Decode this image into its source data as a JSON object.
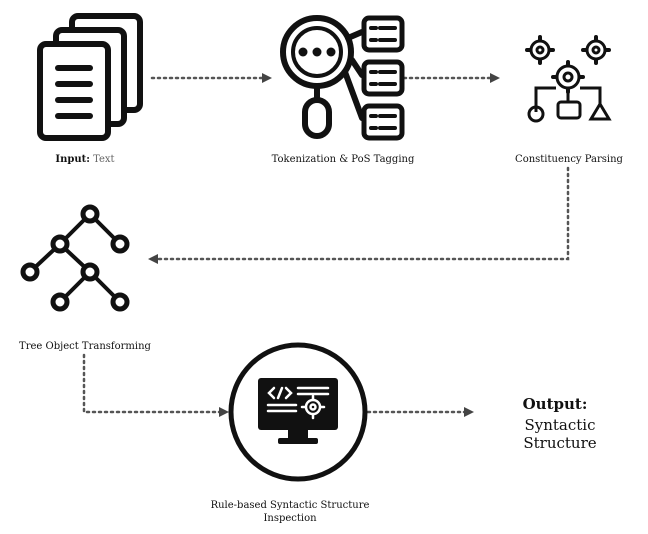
{
  "steps": {
    "input": {
      "label_bold": "Input:",
      "label_value": "Text",
      "icon": "documents-icon"
    },
    "tokenization": {
      "label": "Tokenization & PoS Tagging",
      "icon": "magnifier-list-icon"
    },
    "parsing": {
      "label": "Constituency Parsing",
      "icon": "gears-flow-icon"
    },
    "tree": {
      "label": "Tree Object Transforming",
      "icon": "tree-icon"
    },
    "rule": {
      "label": "Rule-based Syntactic Structure Inspection",
      "icon": "monitor-code-gear-icon"
    },
    "output": {
      "title": "Output:",
      "value": "Syntactic Structure"
    }
  },
  "colors": {
    "ink": "#111111",
    "arrow": "#555555",
    "muted": "#666666"
  }
}
